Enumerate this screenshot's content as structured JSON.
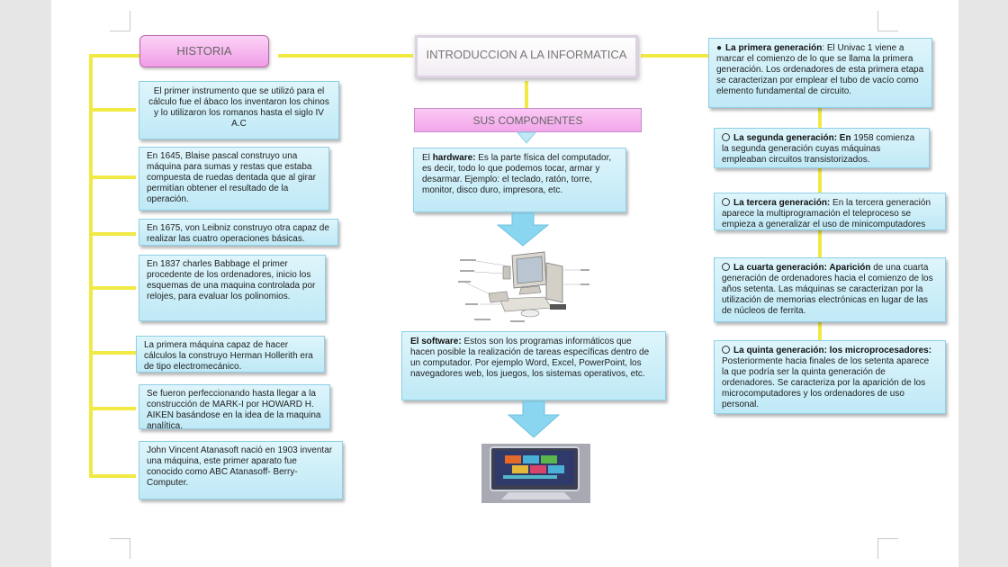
{
  "center": {
    "title": "INTRODUCCION A LA INFORMATICA",
    "components_title": "SUS COMPONENTES",
    "hardware_label": "hardware:",
    "hardware_prefix": "El",
    "hardware_text": " Es la parte física del computador, es decir, todo lo que podemos tocar, armar y desarmar. Ejemplo: el teclado, ratón, torre, monitor, disco duro, impresora, etc.",
    "software_label": "El software:",
    "software_text": " Estos son los programas informáticos que hacen posible la realización de tareas específicas dentro de un computador. Por ejemplo Word, Excel, PowerPoint, los navegadores web, los juegos, los sistemas operativos, etc."
  },
  "left": {
    "title": "HISTORIA",
    "items": [
      "El primer instrumento que se utilizó para el cálculo fue el ábaco los inventaron los chinos y lo utilizaron los romanos hasta el siglo IV A.C",
      "En 1645, Blaise pascal construyo una máquina para sumas y restas que estaba compuesta de ruedas dentada que al girar permitían obtener el resultado de la operación.",
      "En 1675, von Leibniz  construyo otra capaz de realizar las cuatro operaciones  básicas.",
      "En 1837 charles Babbage  el primer procedente  de los ordenadores, inicio los esquemas de una maquina controlada por relojes, para evaluar los polinomios.",
      "La primera máquina capaz de hacer cálculos la construyo Herman Hollerith era de tipo electromecánico.",
      "Se fueron perfeccionando hasta llegar a la construcción  de MARK-I por HOWARD H. AIKEN  basándose en la idea de la maquina analítica.",
      "John Vincent Atanasoft nació en 1903 inventar una máquina, este primer aparato fue conocido como ABC Atanasoff- Berry-Computer."
    ]
  },
  "right": {
    "items": [
      {
        "label": "La primera generación",
        "sep": ":",
        "text": " El Univac 1 viene a marcar el comienzo de lo que se llama la primera generación. Los ordenadores de esta primera etapa se caracterizan por emplear el tubo de vacío como elemento fundamental de circuito."
      },
      {
        "label": "La segunda generación: En",
        "sep": "",
        "text": " 1958 comienza la segunda generación cuyas máquinas empleaban circuitos transistorizados."
      },
      {
        "label": "La tercera generación:",
        "sep": "",
        "text": " En la tercera generación aparece la multiprogramación el teleproceso se empieza a generalizar el uso de minicomputadores"
      },
      {
        "label": "La cuarta generación: Aparición",
        "sep": "",
        "text": " de una cuarta generación de ordenadores hacia el comienzo de los años setenta. Las máquinas se caracterizan por la utilización de memorias electrónicas en lugar de las de núcleos de ferrita."
      },
      {
        "label": "La quinta generación: los microprocesadores:",
        "sep": "",
        "text": " Posteriormente hacia finales de los setenta aparece la que podría ser la quinta generación de ordenadores. Se caracteriza por la aparición de los microcomputadores y los ordenadores de uso personal."
      }
    ]
  },
  "colors": {
    "connector": "#f1ea45",
    "box_fill": "#cdeef8",
    "pink": "#f4a8ec",
    "arrow": "#8ad6f0"
  },
  "icons": [
    "bullet-icon",
    "clock-icon",
    "down-arrow-icon",
    "computer-image",
    "monitor-image"
  ]
}
